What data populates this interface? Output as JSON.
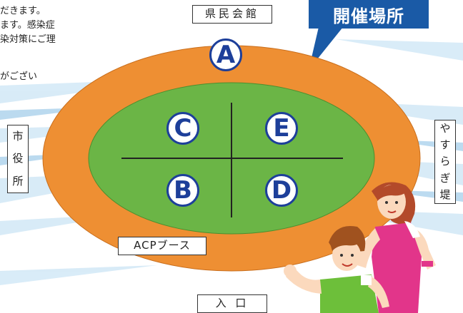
{
  "notice_lines": [
    "だきます。",
    "ます。感染症",
    "染対策にご理",
    "がござい"
  ],
  "venue_title": "開催場所",
  "labels": {
    "top": "県民会館",
    "left": [
      "市",
      "役",
      "所"
    ],
    "right": [
      "や",
      "す",
      "ら",
      "ぎ",
      "堤"
    ],
    "booth": "ACPブース",
    "entrance": "入 口"
  },
  "zones": {
    "a": "A",
    "b": "B",
    "c": "C",
    "d": "D",
    "e": "E"
  },
  "colors": {
    "track": "#ee8f33",
    "field": "#6bb546",
    "title_bg": "#1a5aa6",
    "zone_outline": "#1d3f9a",
    "sky_streaks": "#8fc3e6"
  }
}
